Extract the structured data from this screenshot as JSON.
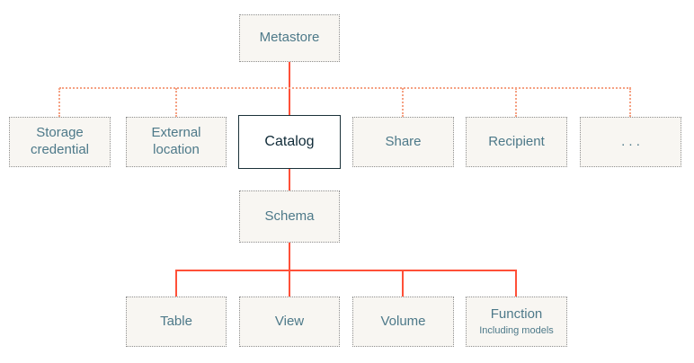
{
  "diagram": {
    "colors": {
      "connector_solid": "#ff5038",
      "connector_dotted": "#f5a183",
      "box_background": "#f8f6f2",
      "box_border": "#8f8f8f",
      "label_text": "#4d7989",
      "catalog_border": "#1b3139"
    },
    "nodes": {
      "metastore": {
        "label": "Metastore"
      },
      "storage_credential": {
        "label": "Storage credential"
      },
      "external_location": {
        "label": "External location"
      },
      "catalog": {
        "label": "Catalog"
      },
      "share": {
        "label": "Share"
      },
      "recipient": {
        "label": "Recipient"
      },
      "ellipsis": {
        "label": ". . ."
      },
      "schema": {
        "label": "Schema"
      },
      "table": {
        "label": "Table"
      },
      "view": {
        "label": "View"
      },
      "volume": {
        "label": "Volume"
      },
      "function": {
        "label": "Function",
        "sublabel": "Including models"
      }
    }
  }
}
